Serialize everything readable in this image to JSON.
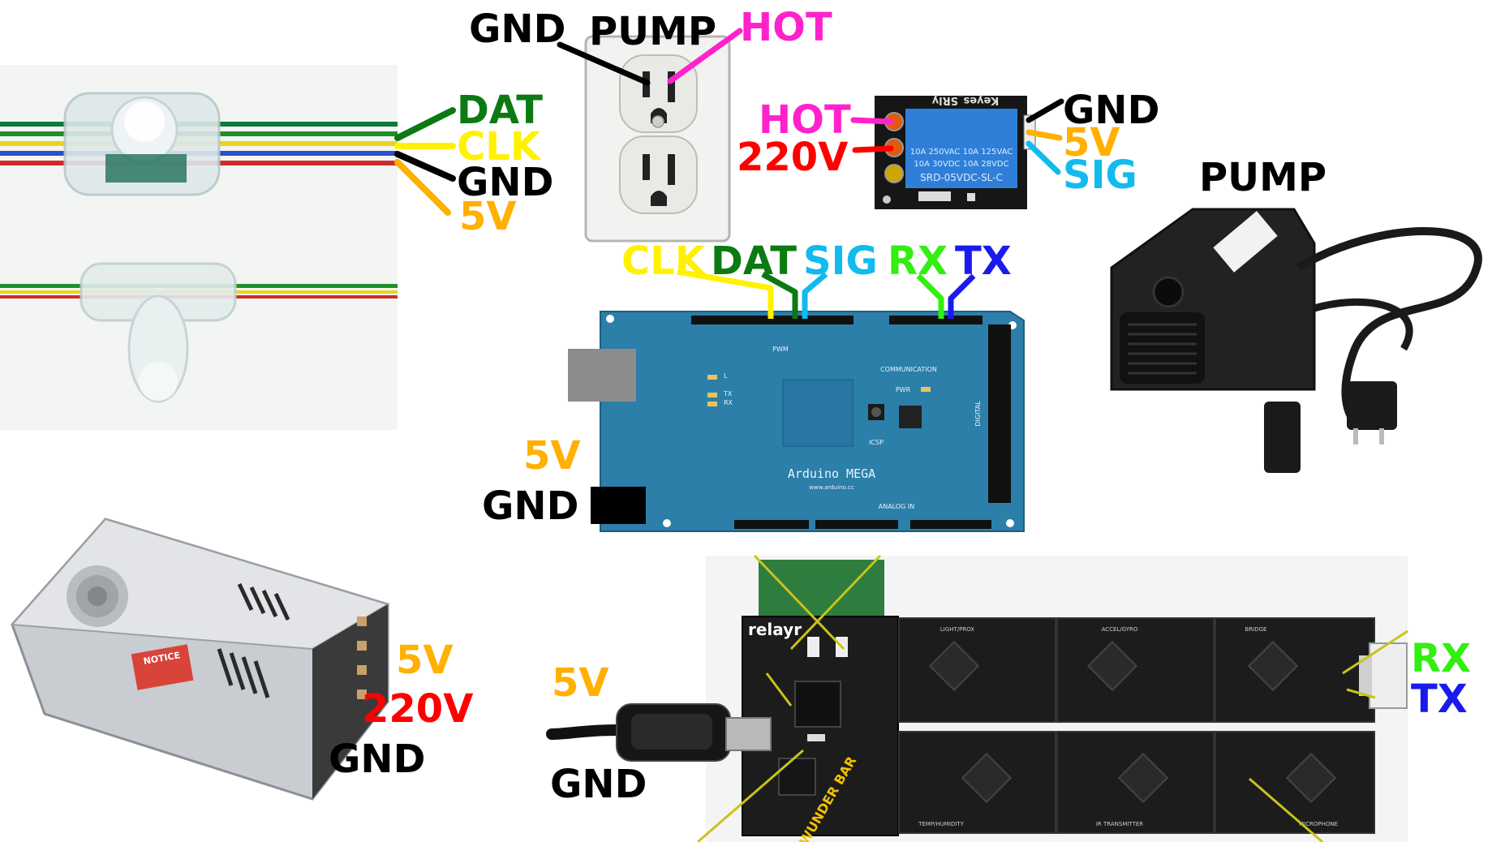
{
  "colors": {
    "dat": "#0b7a12",
    "clk": "#fff200",
    "gnd": "#000000",
    "v5": "#ffb000",
    "hot": "#ff22cc",
    "v220": "#ff0000",
    "sig": "#11bbee",
    "rx": "#33ee11",
    "tx": "#1a1aee",
    "board_blue": "#2b7fa8",
    "board_dark": "#1c1c1c",
    "sensor_line": "#c8c41a"
  },
  "led_strip": {
    "labels": {
      "dat": "DAT",
      "clk": "CLK",
      "gnd": "GND",
      "v5": "5V"
    }
  },
  "outlet": {
    "labels": {
      "gnd": "GND",
      "pump": "PUMP",
      "hot": "HOT"
    }
  },
  "relay": {
    "print_top": "Keyes_SRly",
    "print_lines": [
      "10A 250VAC  10A 125VAC",
      "10A  30VDC  10A 28VDC",
      "SRD-05VDC-SL-C"
    ],
    "labels": {
      "hot": "HOT",
      "v220": "220V",
      "gnd": "GND",
      "v5": "5V",
      "sig": "SIG"
    }
  },
  "pump": {
    "label": "PUMP"
  },
  "arduino": {
    "name": "Arduino MEGA",
    "url": "www.arduino.cc",
    "pwm": "PWM",
    "communication": "COMMUNICATION",
    "analog_in": "ANALOG IN",
    "digital": "DIGITAL",
    "icsp": "ICSP",
    "pwr": "PWR",
    "led_l": "L",
    "led_tx": "TX",
    "led_rx": "RX",
    "pin_labels": {
      "clk": "CLK",
      "dat": "DAT",
      "sig": "SIG",
      "rx": "RX",
      "tx": "TX"
    },
    "power_labels": {
      "v5": "5V",
      "gnd": "GND"
    }
  },
  "psu": {
    "notice": "NOTICE",
    "labels": {
      "v5": "5V",
      "v220": "220V",
      "gnd": "GND"
    }
  },
  "wunderbar": {
    "brand": "relayr",
    "logo": "WUNDER BAR",
    "module_top": [
      "LIGHT/PROX",
      "ACCEL/GYRO",
      "BRIDGE"
    ],
    "module_bottom": [
      "TEMP/HUMIDITY",
      "IR TRANSMITTER",
      "MICROPHONE"
    ],
    "labels": {
      "v5": "5V",
      "gnd": "GND",
      "rx": "RX",
      "tx": "TX"
    }
  }
}
